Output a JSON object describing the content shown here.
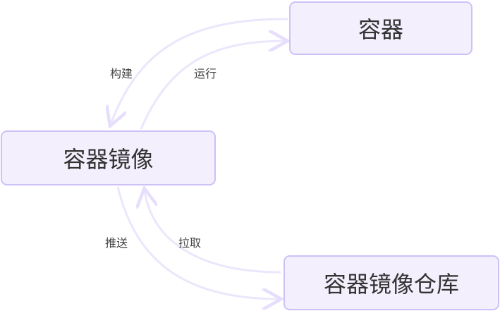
{
  "nodes": {
    "container": "容器",
    "image": "容器镜像",
    "registry": "容器镜像仓库"
  },
  "edges": {
    "build": "构建",
    "run": "运行",
    "push": "推送",
    "pull": "拉取"
  },
  "colors": {
    "node_fill": "#f3effd",
    "node_border": "#cdc1f7",
    "edge": "#ece6fc"
  }
}
